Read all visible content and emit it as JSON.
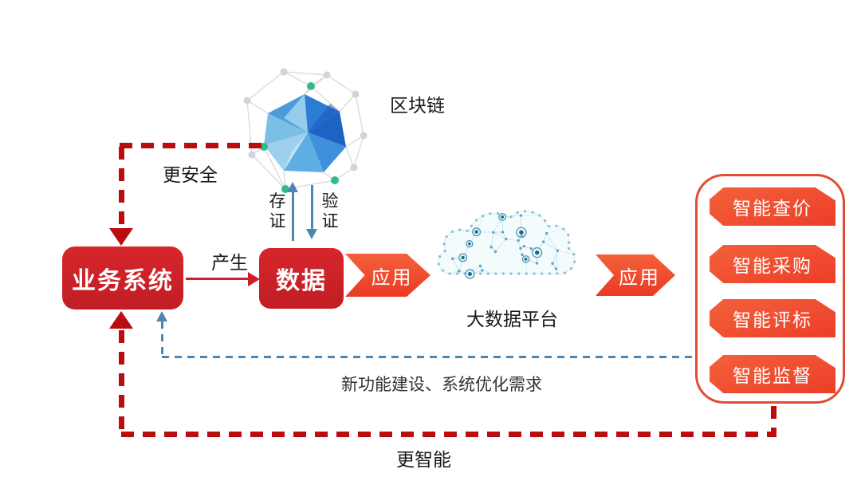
{
  "diagram": {
    "nodes": {
      "business_system": "业务系统",
      "data": "数据",
      "bigdata_platform": "大数据平台",
      "blockchain": "区块链"
    },
    "edges": {
      "produce": "产生",
      "apply_1": "应用",
      "apply_2": "应用",
      "store_cert": "存\n证",
      "verify": "验\n证",
      "more_secure": "更安全",
      "smarter": "更智能",
      "feedback": "新功能建设、系统优化需求"
    },
    "smart_apps": {
      "items": [
        {
          "label": "智能查价"
        },
        {
          "label": "智能采购"
        },
        {
          "label": "智能评标"
        },
        {
          "label": "智能监督"
        }
      ]
    },
    "icons": {
      "blockchain_graphic": "blockchain-mesh-polyhedron",
      "bigdata_graphic": "dot-mesh-cloud"
    },
    "colors": {
      "node_red": "#c92127",
      "dash_red": "#b90d0f",
      "accent_orange": "#f0502c",
      "steel_blue": "#4e86b2",
      "group_border": "#e24b31",
      "blockchain_blue": "#2b7dd4",
      "cloud_teal": "#3e93b0",
      "mesh_green": "#36b98a"
    }
  }
}
